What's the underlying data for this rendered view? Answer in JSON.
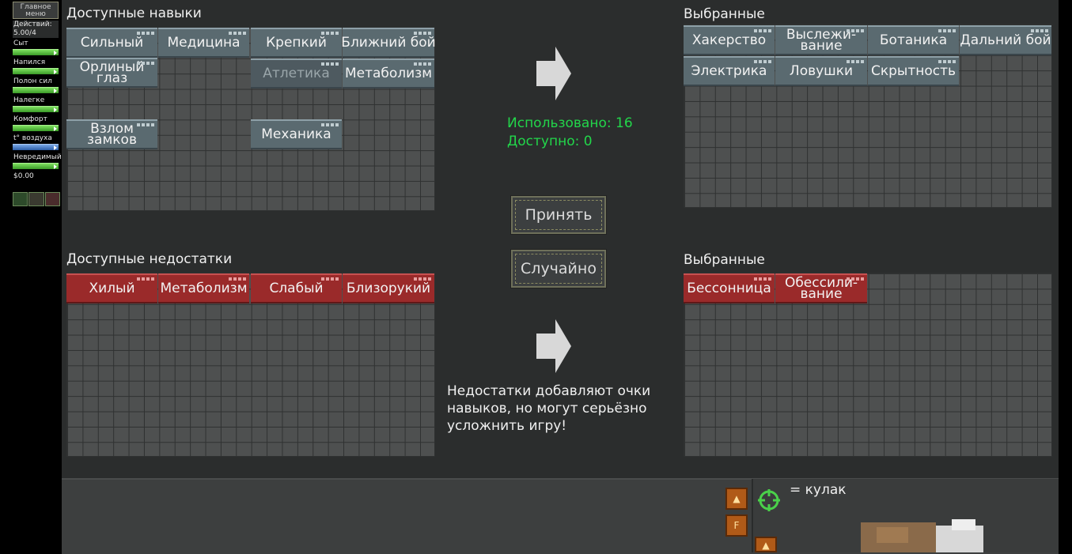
{
  "sidebar": {
    "menu_label": "Главное меню",
    "actions_label": "Действий:",
    "actions_value": "5.00/4",
    "stats": [
      "Сыт",
      "Напился",
      "Полон сил",
      "Налегке",
      "Комфорт",
      "t° воздуха",
      "Невредимый"
    ],
    "money": "$0.00"
  },
  "skills": {
    "available_title": "Доступные навыки",
    "selected_title": "Выбранные навыки",
    "available": [
      "Сильный",
      "Медицина",
      "Крепкий",
      "Ближний бой",
      "Орлиный глаз",
      "Атлетика",
      "Метаболизм",
      "Взлом замков",
      "Механика"
    ],
    "selected": [
      "Хакерство",
      "Выслежи-вание",
      "Ботаника",
      "Дальний бой",
      "Электрика",
      "Ловушки",
      "Скрытность"
    ]
  },
  "flaws": {
    "available_title": "Доступные недостатки",
    "selected_title": "Выбранные недостатки",
    "available": [
      "Хилый",
      "Метаболизм",
      "Слабый",
      "Близорукий"
    ],
    "selected": [
      "Бессонница",
      "Обессили-вание"
    ]
  },
  "points": {
    "used_label": "Использовано:",
    "used_value": "16",
    "available_label": "Доступно:",
    "available_value": "0"
  },
  "buttons": {
    "accept": "Принять",
    "random": "Случайно"
  },
  "hint": "Недостатки добавляют очки навыков, но могут серьёзно усложнить игру!",
  "hud": {
    "weapon_label": "= кулак",
    "btn_f": "F"
  },
  "colors": {
    "skill_chip": "#5a6a70",
    "flaw_chip": "#9a2a2a",
    "counter_text": "#22d64a"
  }
}
